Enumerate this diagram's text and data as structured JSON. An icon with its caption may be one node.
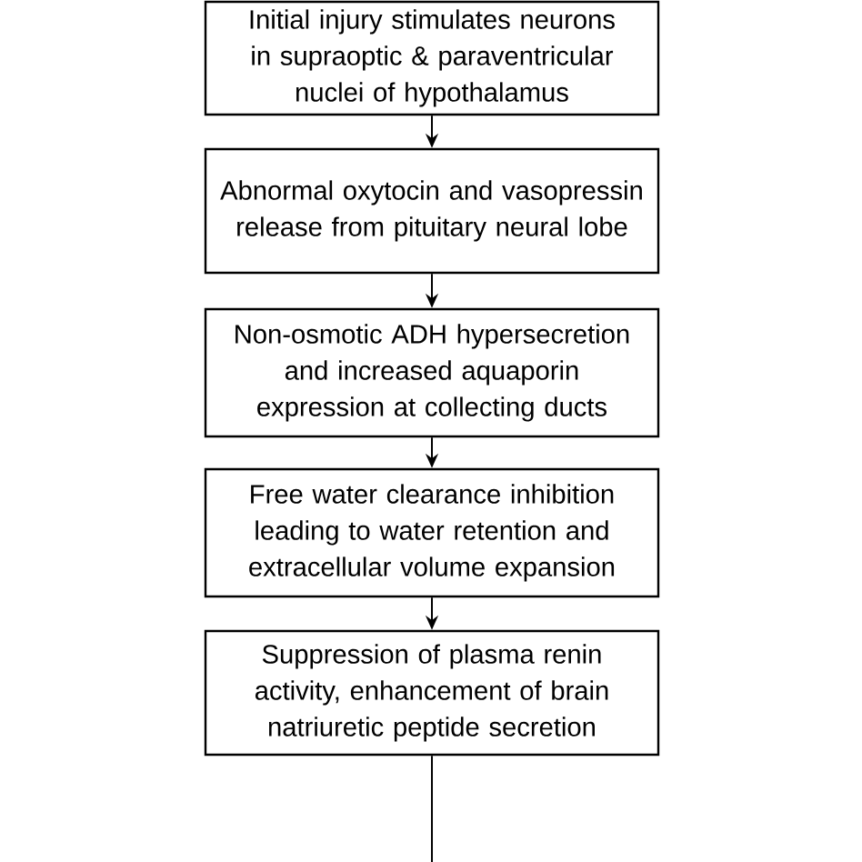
{
  "diagram": {
    "nodes": [
      {
        "text": [
          "Initial injury stimulates neurons in supraoptic & paraventricular nuclei of hypothalamus"
        ]
      },
      {
        "text": [
          "Abnormal oxytocin and vasopressin release from pituitary neural lobe"
        ]
      },
      {
        "text": [
          "Non-osmotic ADH hypersecretion and increased aquaporin expression at collecting ducts"
        ]
      },
      {
        "text": [
          "Free water clearance inhibition leading to water retention and extracellular volume expansion"
        ]
      },
      {
        "text": [
          "Suppression of plasma renin activity, enhancement of brain natriuretic peptide secretion"
        ]
      }
    ],
    "edges": [
      {
        "from": 0,
        "to": 1,
        "arrow": "to"
      },
      {
        "from": 1,
        "to": 2,
        "arrow": "to"
      },
      {
        "from": 2,
        "to": 3,
        "arrow": "to"
      },
      {
        "from": 3,
        "to": 4,
        "arrow": "to"
      },
      {
        "from": 4,
        "to": null,
        "arrow": "none"
      }
    ]
  }
}
